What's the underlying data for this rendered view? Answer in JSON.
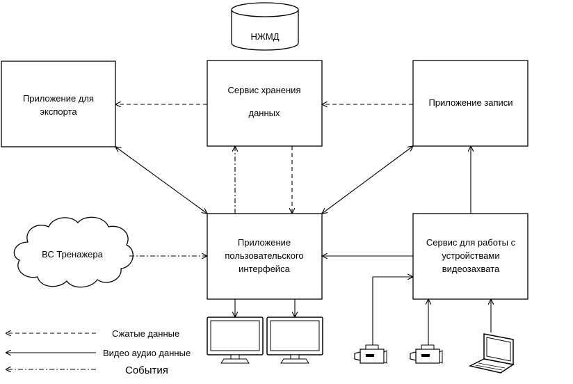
{
  "nodes": {
    "hdd": "НЖМД",
    "export_line1": "Приложение для",
    "export_line2": "экспорта",
    "storage_line1": "Сервис хранения",
    "storage_line2": "данных",
    "record": "Приложение записи",
    "ui_line1": "Приложение",
    "ui_line2": "пользовательского",
    "ui_line3": "интерфейса",
    "capture_line1": "Сервис для работы с",
    "capture_line2": "устройствами",
    "capture_line3": "видеозахвата",
    "vs": "ВС Тренажера"
  },
  "legend": {
    "compressed": "Сжатые данные",
    "video_audio": "Видео аудио данные",
    "events": "События"
  },
  "icons": [
    "database-cylinder-icon",
    "cloud-icon",
    "monitor-icon",
    "camera-icon",
    "laptop-icon"
  ]
}
